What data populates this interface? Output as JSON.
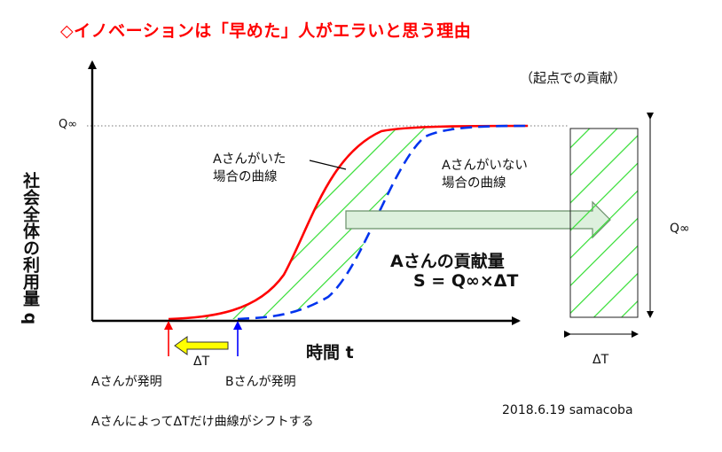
{
  "title": "◇イノベーションは「早めた」人がエラいと思う理由",
  "subtitle": "（起点での貢献）",
  "y_axis_label": "社会全体の利用量 q",
  "x_axis_label": "時間 t",
  "q_inf_left": "Q∞",
  "q_inf_right": "Q∞",
  "curve_a_label": [
    "Aさんがいた",
    "場合の曲線"
  ],
  "curve_b_label": [
    "Aさんがいない",
    "場合の曲線"
  ],
  "contribution_title": "Aさんの貢献量",
  "contribution_formula": "S = Q∞×ΔT",
  "delta_t_axis": "ΔT",
  "delta_t_rect": "ΔT",
  "a_invented": "Aさんが発明",
  "b_invented": "Bさんが発明",
  "footer_note": "AさんによってΔTだけ曲線がシフトする",
  "date_credit": "2018.6.19 samacoba",
  "colors": {
    "title": "#ff0000",
    "curve_a": "#ff0000",
    "curve_b": "#0000ff",
    "hatch": "#33dd33",
    "arrow_fill": "#ddf0dd",
    "delta_arrow": "#ffff00"
  }
}
